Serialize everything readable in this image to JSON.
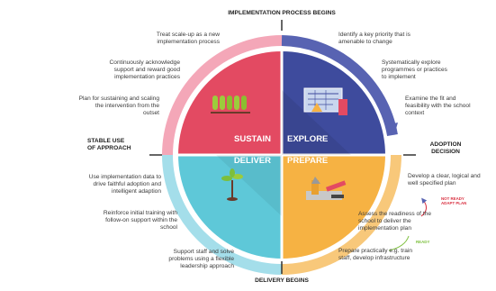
{
  "header": {
    "top": "IMPLEMENTATION PROCESS BEGINS",
    "bottom": "DELIVERY BEGINS"
  },
  "side_labels": {
    "left": [
      "STABLE USE",
      "OF APPROACH"
    ],
    "right": [
      "ADOPTION",
      "DECISION"
    ]
  },
  "quadrants": {
    "sustain": "SUSTAIN",
    "explore": "EXPLORE",
    "deliver": "DELIVER",
    "prepare": "PREPARE"
  },
  "colors": {
    "sustain": "#e34a62",
    "explore": "#3e4b9d",
    "deliver": "#5ec8d8",
    "prepare": "#f6b243",
    "ring_sustain": "#f4a7b8",
    "ring_explore": "#5863b2",
    "ring_deliver": "#a4deea",
    "ring_prepare": "#f8c87a",
    "not_ready": "#d93040",
    "ready": "#7cbf3c"
  },
  "notes": {
    "top_left": "Treat scale-up as a new implementation process",
    "left_1": "Continuously acknowledge support and reward good implementation practices",
    "left_2": "Plan for sustaining and scaling the intervention from the outset",
    "left_3": "Use implementation data to drive faithful adoption and intelligent adaption",
    "left_4": "Reinforce initial training with follow-on support within the school",
    "bottom_left": "Support staff and solve problems using a flexible leadership approach",
    "top_right": "Identify a key priority that is amenable to change",
    "right_1": "Systematically explore programmes or practices to implement",
    "right_2": "Examine the fit and feasibility with the school context",
    "right_3": "Develop a clear, logical and well specified plan",
    "right_4": "Assess the readiness of the school to deliver the implementation plan",
    "bottom_right": "Prepare practically e.g. train staff, develop infrastructure"
  },
  "flags": {
    "not_ready": "NOT READY",
    "adapt_plan": "ADAPT PLAN",
    "ready": "READY"
  },
  "icons": {
    "sustain": "tree-row-icon",
    "explore": "blueprint-icon",
    "deliver": "seedling-icon",
    "prepare": "tools-icon"
  }
}
